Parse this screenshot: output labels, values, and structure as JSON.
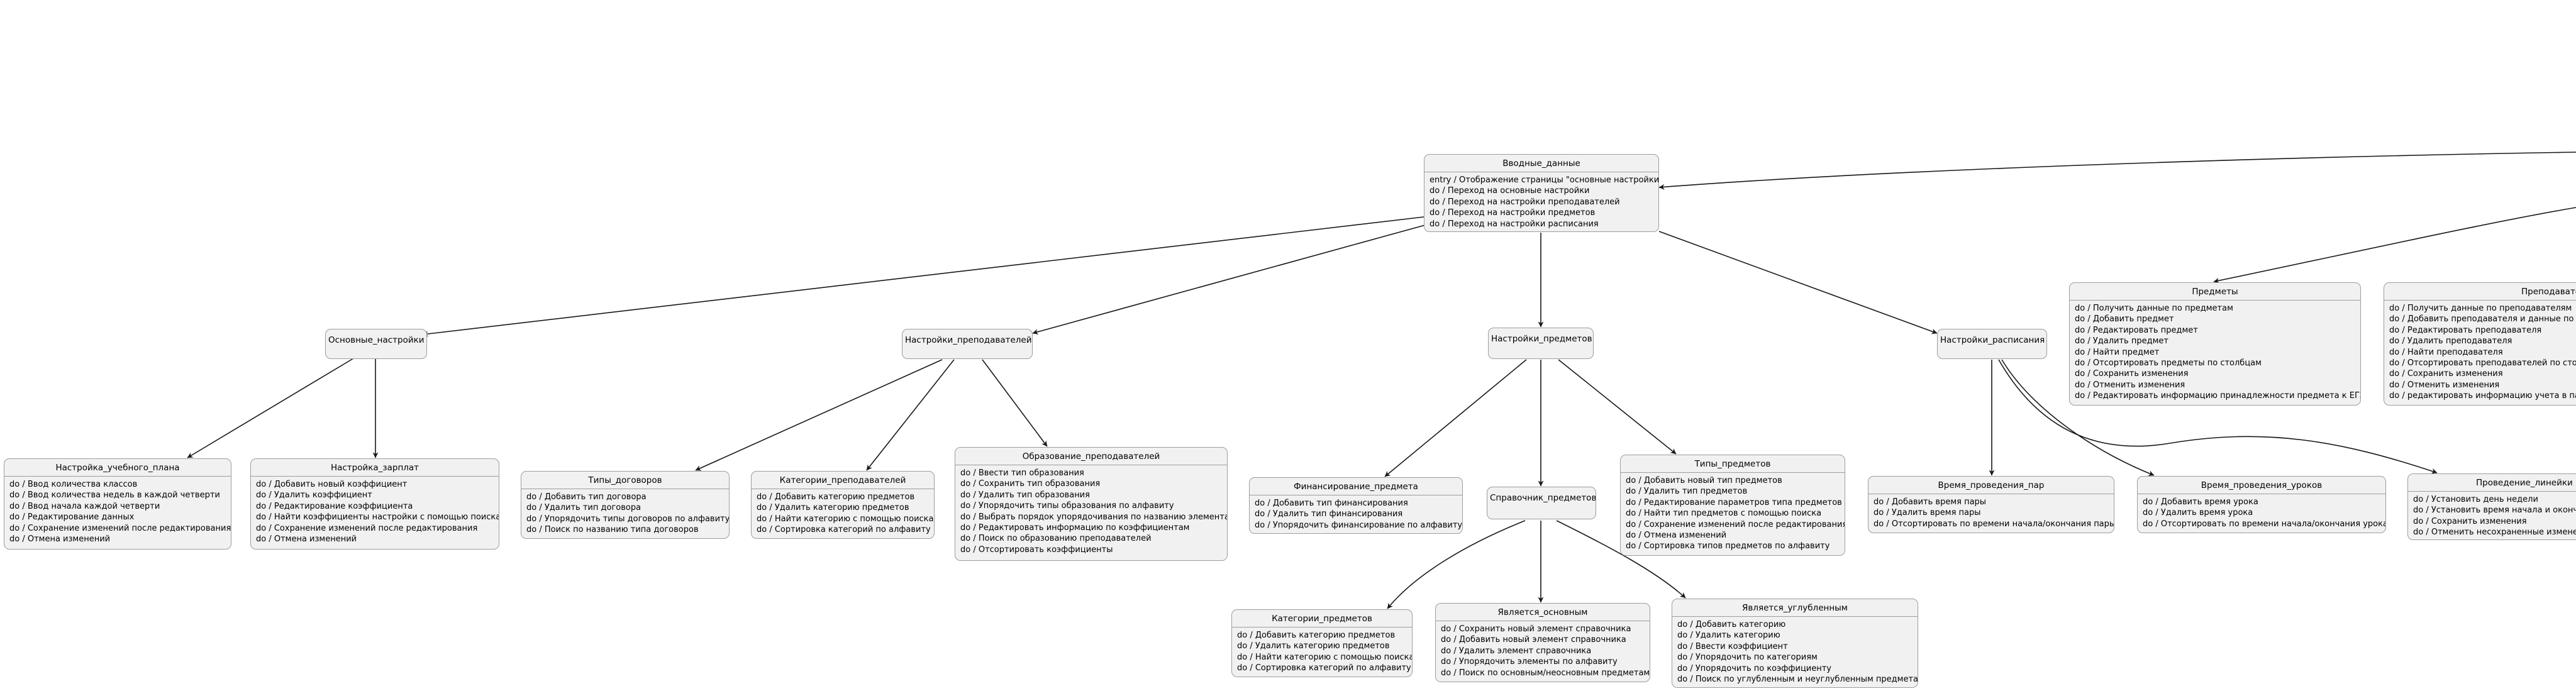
{
  "states": {
    "vvodnye": {
      "title": "Вводные_данные",
      "actions": [
        "entry / Отображение страницы \"основные настройки\"",
        "do / Переход на основные настройки",
        "do / Переход на настройки преподавателей",
        "do / Переход на настройки предметов",
        "do / Переход на настройки расписания"
      ]
    },
    "osnovnye": {
      "title": "Основные_настройки"
    },
    "nastr_prepod": {
      "title": "Настройки_преподавателей"
    },
    "nastr_predmetov": {
      "title": "Настройки_предметов"
    },
    "nastr_raspisaniya": {
      "title": "Настройки_расписания"
    },
    "nastr_plana": {
      "title": "Настройка_учебного_плана",
      "actions": [
        "do / Ввод количества классов",
        "do / Ввод количества недель в каждой четверти",
        "do / Ввод начала каждой четверти",
        "do / Редактирование данных",
        "do / Сохранение изменений после редактирования",
        "do / Отмена изменений"
      ]
    },
    "nastr_zarplat": {
      "title": "Настройка_зарплат",
      "actions": [
        "do / Добавить новый коэффициент",
        "do / Удалить коэффициент",
        "do / Редактирование коэффициента",
        "do / Найти коэффициенты настройки с помощью поиска",
        "do / Сохранение изменений после редактирования",
        "do / Отмена изменений"
      ]
    },
    "tipy_dogovorov": {
      "title": "Типы_договоров",
      "actions": [
        "do / Добавить тип договора",
        "do / Удалить тип договора",
        "do / Упорядочить типы договоров по алфавиту",
        "do / Поиск по названию типа договоров"
      ]
    },
    "kategorii_prepod": {
      "title": "Категории_преподавателей",
      "actions": [
        "do / Добавить категорию предметов",
        "do / Удалить категорию предметов",
        "do / Найти категорию с помощью поиска",
        "do / Сортировка категорий по алфавиту"
      ]
    },
    "obrazovanie_prepod": {
      "title": "Образование_преподавателей",
      "actions": [
        "do / Ввести тип образования",
        "do / Сохранить тип образования",
        "do / Удалить тип образования",
        "do / Упорядочить типы образования по алфавиту",
        "do / Выбрать порядок упорядочивания по названию элемента",
        "do / Редактировать информацию по коэффициентам",
        "do / Поиск по образованию преподавателей",
        "do / Отсортировать коэффициенты"
      ]
    },
    "finansirovanie": {
      "title": "Финансирование_предмета",
      "actions": [
        "do / Добавить тип финансирования",
        "do / Удалить тип финансирования",
        "do / Упорядочить финансирование по алфавиту"
      ]
    },
    "spravochniki": {
      "title": "Справочник_предметов"
    },
    "tipy_predmetov": {
      "title": "Типы_предметов",
      "actions": [
        "do / Добавить новый тип предметов",
        "do / Удалить тип предметов",
        "do / Редактирование параметров типа предметов",
        "do / Найти тип предметов с помощью поиска",
        "do / Сохранение изменений после редактирования",
        "do / Отмена изменений",
        "do / Сортировка типов предметов по алфавиту"
      ]
    },
    "kategorii_predmetov": {
      "title": "Категории_предметов",
      "actions": [
        "do / Добавить категорию предметов",
        "do / Удалить категорию предметов",
        "do / Найти категорию с помощью поиска",
        "do / Сортировка категорий по алфавиту"
      ]
    },
    "yavlyaetsya_osnovnym": {
      "title": "Является_основным",
      "actions": [
        "do / Сохранить новый элемент справочника",
        "do / Добавить новый элемент справочника",
        "do / Удалить элемент справочника",
        "do / Упорядочить элементы по алфавиту",
        "do / Поиск по основным/неосновным предметам"
      ]
    },
    "yavlyaetsya_uglublennym": {
      "title": "Является_углубленным",
      "actions": [
        "do / Добавить категорию",
        "do / Удалить категорию",
        "do / Ввести коэффициент",
        "do / Упорядочить по категориям",
        "do / Упорядочить по коэффициенту",
        "do / Поиск по углубленным и неуглубленным предметам"
      ]
    },
    "vremya_par": {
      "title": "Время_проведения_пар",
      "actions": [
        "do / Добавить время пары",
        "do / Удалить время пары",
        "do / Отсортировать по времени начала/окончания пары"
      ]
    },
    "vremya_urokov": {
      "title": "Время_проведения_уроков",
      "actions": [
        "do / Добавить время урока",
        "do / Удалить время урока",
        "do / Отсортировать по времени начала/окончания урока"
      ]
    },
    "provedenie_lineyki": {
      "title": "Проведение_линейки",
      "actions": [
        "do / Установить день недели",
        "do / Установить время начала и оконча",
        "do / Сохранить изменения",
        "do / Отменить несохраненные измене"
      ]
    },
    "predmety": {
      "title": "Предметы",
      "actions": [
        "do / Получить данные по предметам",
        "do / Добавить предмет",
        "do / Редактировать предмет",
        "do / Удалить предмет",
        "do / Найти предмет",
        "do / Отсортировать предметы по столбцам",
        "do / Сохранить изменения",
        "do / Отменить изменения",
        "do / Редактировать информацию принадлежности предмета к ЕГЭ"
      ]
    },
    "prepodavateli": {
      "title": "Преподавате",
      "actions": [
        "do / Получить данные по преподавателям",
        "do / Добавить преподавателя и данные по не",
        "do / Редактировать преподавателя",
        "do / Удалить преподавателя",
        "do / Найти преподавателя",
        "do / Отсортировать преподавателей по столб",
        "do / Сохранить изменения",
        "do / Отменить изменения",
        "do / редактировать информацию учета в пар"
      ]
    }
  }
}
